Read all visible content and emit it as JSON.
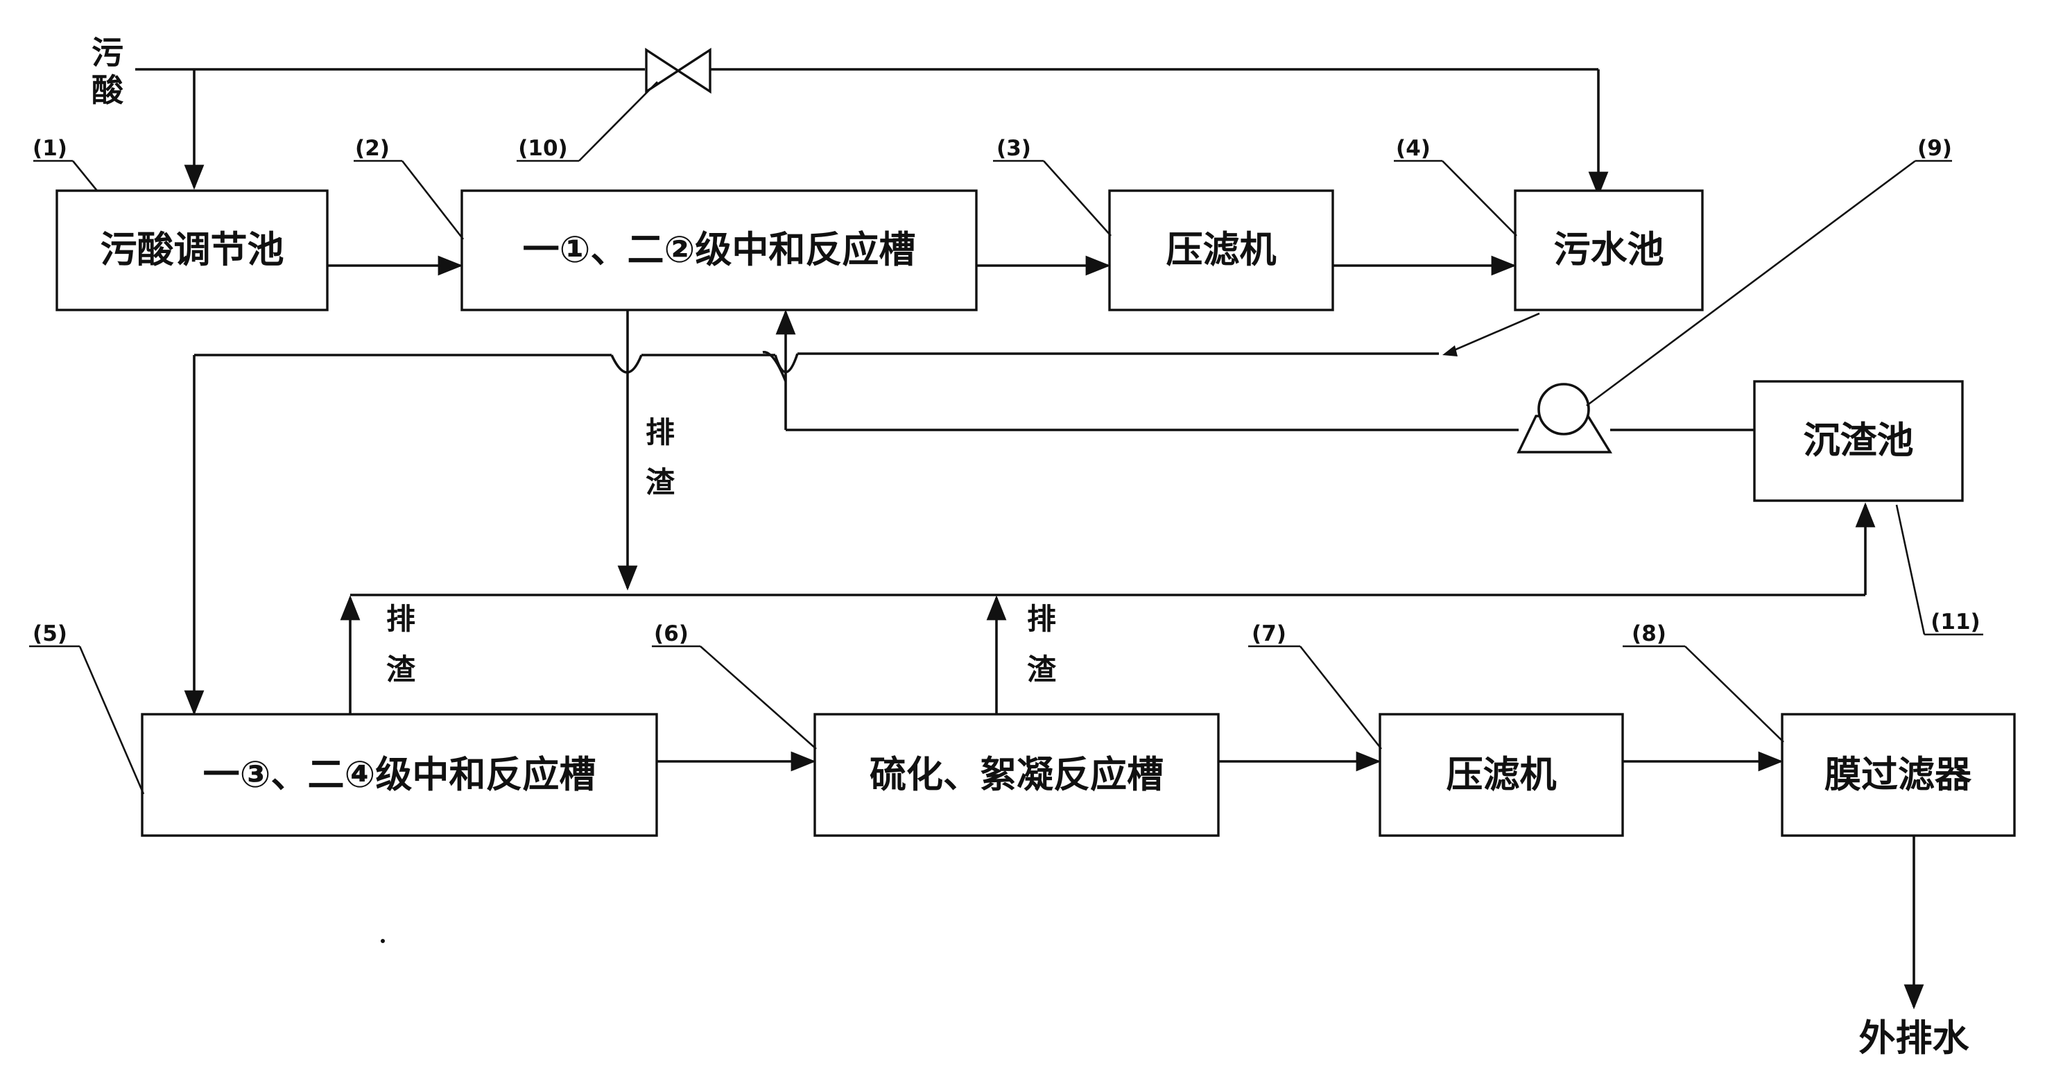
{
  "input": {
    "line1": "污",
    "line2": "酸"
  },
  "boxes": {
    "b1": "污酸调节池",
    "b2": "一①、二②级中和反应槽",
    "b3": "压滤机",
    "b4": "污水池",
    "b5": "一③、二④级中和反应槽",
    "b6": "硫化、絮凝反应槽",
    "b7": "压滤机",
    "b8": "膜过滤器",
    "b11": "沉渣池"
  },
  "refs": {
    "r1": "(1)",
    "r2": "(2)",
    "r3": "(3)",
    "r4": "(4)",
    "r5": "(5)",
    "r6": "(6)",
    "r7": "(7)",
    "r8": "(8)",
    "r9": "(9)",
    "r10": "(10)",
    "r11": "(11)"
  },
  "slag": {
    "c1": "排",
    "c2": "渣"
  },
  "output": "外排水"
}
